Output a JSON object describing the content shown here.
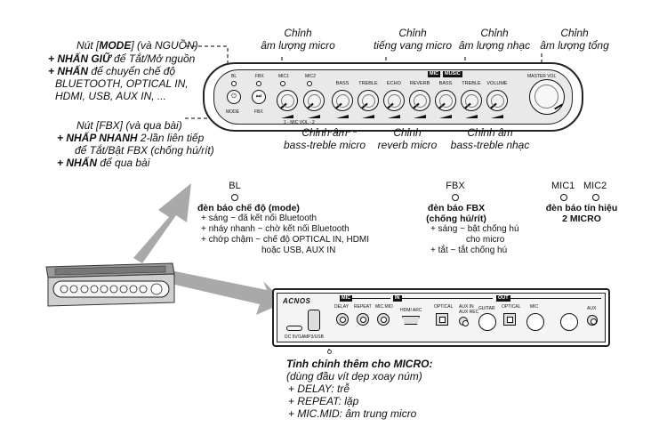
{
  "callouts": {
    "mode": {
      "title_a": "Nút [",
      "title_b": "MODE",
      "title_c": "] (và NGUỒN)",
      "l1_a": "+ NHẤN GIỮ",
      "l1_b": " để Tắt/Mở nguồn",
      "l2_a": "+ NHẤN",
      "l2_b": " để chuyển chế độ",
      "l3": "BLUETOOTH, OPTICAL IN,",
      "l4": "HDMI, USB, AUX IN, ..."
    },
    "fbx": {
      "title": "Nút [FBX] (và qua bài)",
      "l1_a": "+ NHẤP NHANH",
      "l1_b": " 2-lần liên tiếp",
      "l2": "để Tắt/Bật FBX (chống hú/rít)",
      "l3_a": "+ NHẤN",
      "l3_b": " để qua bài"
    },
    "top": {
      "mic_vol": [
        "Chỉnh",
        "âm lượng micro"
      ],
      "echo": [
        "Chỉnh",
        "tiếng vang micro"
      ],
      "music_vol": [
        "Chỉnh",
        "âm lượng nhạc"
      ],
      "master_vol": [
        "Chỉnh",
        "âm lượng tổng"
      ]
    },
    "bottom": {
      "mic_bt": [
        "Chỉnh âm",
        "bass-treble micro"
      ],
      "reverb": [
        "Chỉnh",
        "reverb micro"
      ],
      "music_bt": [
        "Chỉnh âm",
        "bass-treble nhạc"
      ]
    },
    "bl": {
      "label": "BL",
      "title": "đèn báo chế độ (mode)",
      "lines": [
        "+ sáng ~ đã kết nối Bluetooth",
        "+ nháy nhanh ~ chờ kết nối Bluetooth",
        "+ chớp chậm ~ chế độ OPTICAL IN, HDMI",
        "hoặc USB, AUX IN"
      ]
    },
    "fbx_led": {
      "label": "FBX",
      "title_1": "đèn báo FBX",
      "title_2": "(chống hú/rít)",
      "lines": [
        "+ sáng ~ bật chống hú",
        "cho micro",
        "+ tắt ~ tắt chống hú"
      ]
    },
    "mic_led": {
      "label_1": "MIC1",
      "label_2": "MIC2",
      "title_1": "đèn báo tín hiệu",
      "title_2": "2 MICRO"
    },
    "micro_extra": {
      "title": "Tinh chỉnh thêm cho MICRO:",
      "sub": "(dùng đầu vít dẹp xoay núm)",
      "lines": [
        "+ DELAY: trễ",
        "+ REPEAT: lặp",
        "+ MIC.MID: âm trung micro"
      ]
    }
  },
  "top_panel": {
    "leds": [
      "BL",
      "FBX",
      "MIC1",
      "MIC2"
    ],
    "buttons": {
      "mode_glyph": "⏻",
      "mode_label": "MODE",
      "fbx_glyph": "⏭",
      "fbx_label": "FBX"
    },
    "knobs": [
      "BASS",
      "TREBLE",
      "ECHO",
      "REVERB",
      "BASS",
      "TREBLE",
      "VOLUME"
    ],
    "mic_vol_label": "1 - MIC VOL - 2",
    "tag_mic": "MIC",
    "tag_music": "MUSIC",
    "master_label": "MASTER VOL"
  },
  "rear_panel": {
    "brand": "ACNOS",
    "tag_mic": "MIC",
    "tag_in": "IN",
    "tag_out": "OUT",
    "dc_label": "DC 5V/1A",
    "usb_label": "MP3/USB",
    "knobs": [
      "DELAY",
      "REPEAT",
      "MIC.MID"
    ],
    "hdmi_label": "HDMI ARC",
    "optical_in": "OPTICAL",
    "aux_label": "AUX IN",
    "aux_rec_label": "AUX REC",
    "guitar_label": "GUITAR",
    "optical_out": "OPTICAL",
    "mic_label": "MIC",
    "aux_out_label": "AUX"
  }
}
